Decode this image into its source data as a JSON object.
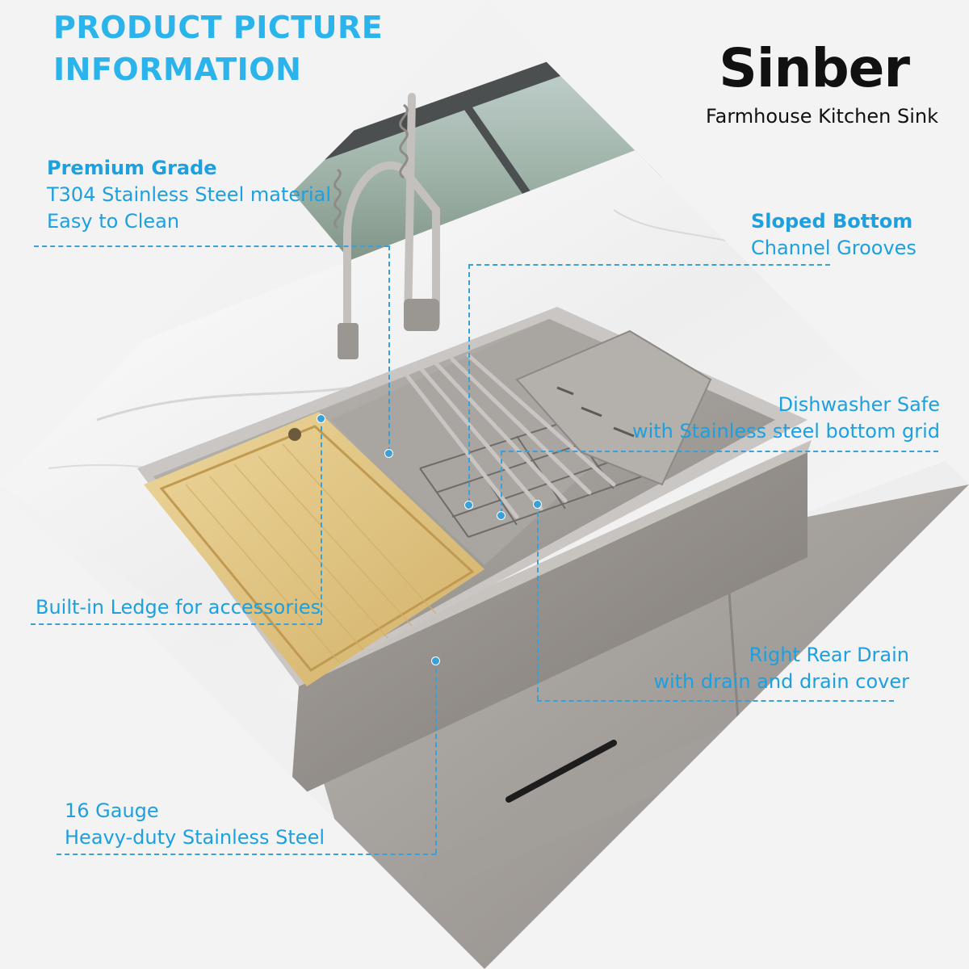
{
  "header": {
    "title_line1": "PRODUCT PICTURE",
    "title_line2": "INFORMATION"
  },
  "brand": {
    "name": "Sinber",
    "subtitle": "Farmhouse Kitchen Sink"
  },
  "features": {
    "material": {
      "line1": "Premium Grade",
      "line2": "T304 Stainless Steel material",
      "line3": "Easy to Clean"
    },
    "bottom": {
      "line1": "Sloped Bottom",
      "line2": "Channel Grooves"
    },
    "dishwasher": {
      "line1": "Dishwasher Safe",
      "line2": "with Stainless steel bottom grid"
    },
    "ledge": {
      "line1": "Built-in Ledge for accessories"
    },
    "drain": {
      "line1": "Right Rear Drain",
      "line2": "with drain and drain cover"
    },
    "gauge": {
      "line1": "16 Gauge",
      "line2": "Heavy-duty Stainless Steel"
    }
  },
  "colors": {
    "accent": "#1ca0e0",
    "title": "#2bb3ec",
    "brand": "#111111",
    "steel": "#8f8a86",
    "wood": "#dcc080"
  }
}
